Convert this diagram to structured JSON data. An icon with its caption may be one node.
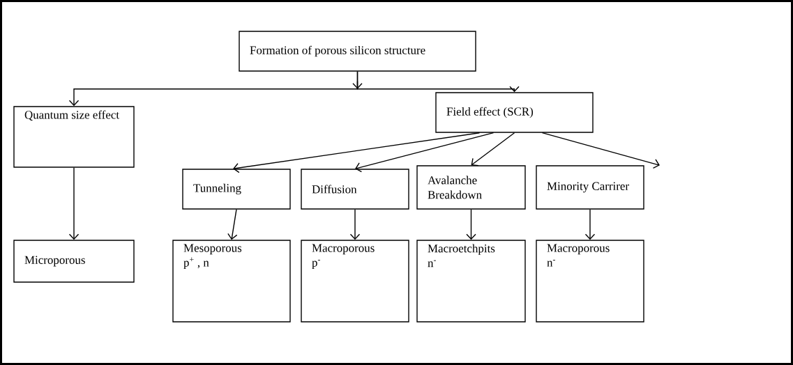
{
  "diagram": {
    "nodes": [
      {
        "text": [
          "Formation of porous silicon structure"
        ]
      },
      {
        "text": [
          "Quantum size effect"
        ]
      },
      {
        "text": [
          "Field effect (SCR)"
        ]
      },
      {
        "text": [
          "Tunneling"
        ]
      },
      {
        "text": [
          "Diffusion"
        ]
      },
      {
        "text": [
          "Avalanche Breakdown"
        ]
      },
      {
        "text": [
          "Minority Carrirer"
        ]
      },
      {
        "text": [
          "Microporous"
        ]
      },
      {
        "text": [
          "Mesoporous",
          "p$^{+}$ , n"
        ]
      },
      {
        "text": [
          "Macroporous",
          "p$^{-}$"
        ]
      },
      {
        "text": [
          "Macroetchpits",
          "n$^{-}$"
        ]
      },
      {
        "text": [
          "Macroporous",
          "n$^{-}$"
        ]
      }
    ],
    "edges": [
      {
        "from": 0,
        "to": 1,
        "arrow": "to"
      },
      {
        "from": 0,
        "to": 2,
        "arrow": "to"
      },
      {
        "from": 2,
        "to": 3,
        "arrow": "to"
      },
      {
        "from": 2,
        "to": 4,
        "arrow": "to"
      },
      {
        "from": 2,
        "to": 5,
        "arrow": "to"
      },
      {
        "from": 2,
        "to": 6,
        "arrow": "to"
      },
      {
        "from": 1,
        "to": 7,
        "arrow": "to"
      },
      {
        "from": 3,
        "to": 8,
        "arrow": "to"
      },
      {
        "from": 4,
        "to": 9,
        "arrow": "to"
      },
      {
        "from": 5,
        "to": 10,
        "arrow": "to"
      },
      {
        "from": 6,
        "to": 11,
        "arrow": "to"
      }
    ]
  }
}
